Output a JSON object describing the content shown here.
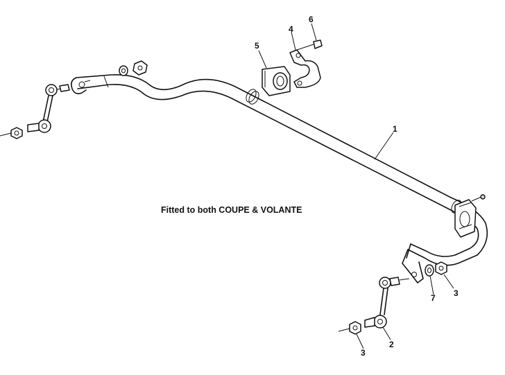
{
  "caption": "Fitted to both COUPE & VOLANTE",
  "callouts": {
    "bar": "1",
    "link_right": "2",
    "nut_link": "3",
    "nut_clamp": "3",
    "clamp": "4",
    "bush": "5",
    "bolt": "6",
    "washer": "7"
  }
}
